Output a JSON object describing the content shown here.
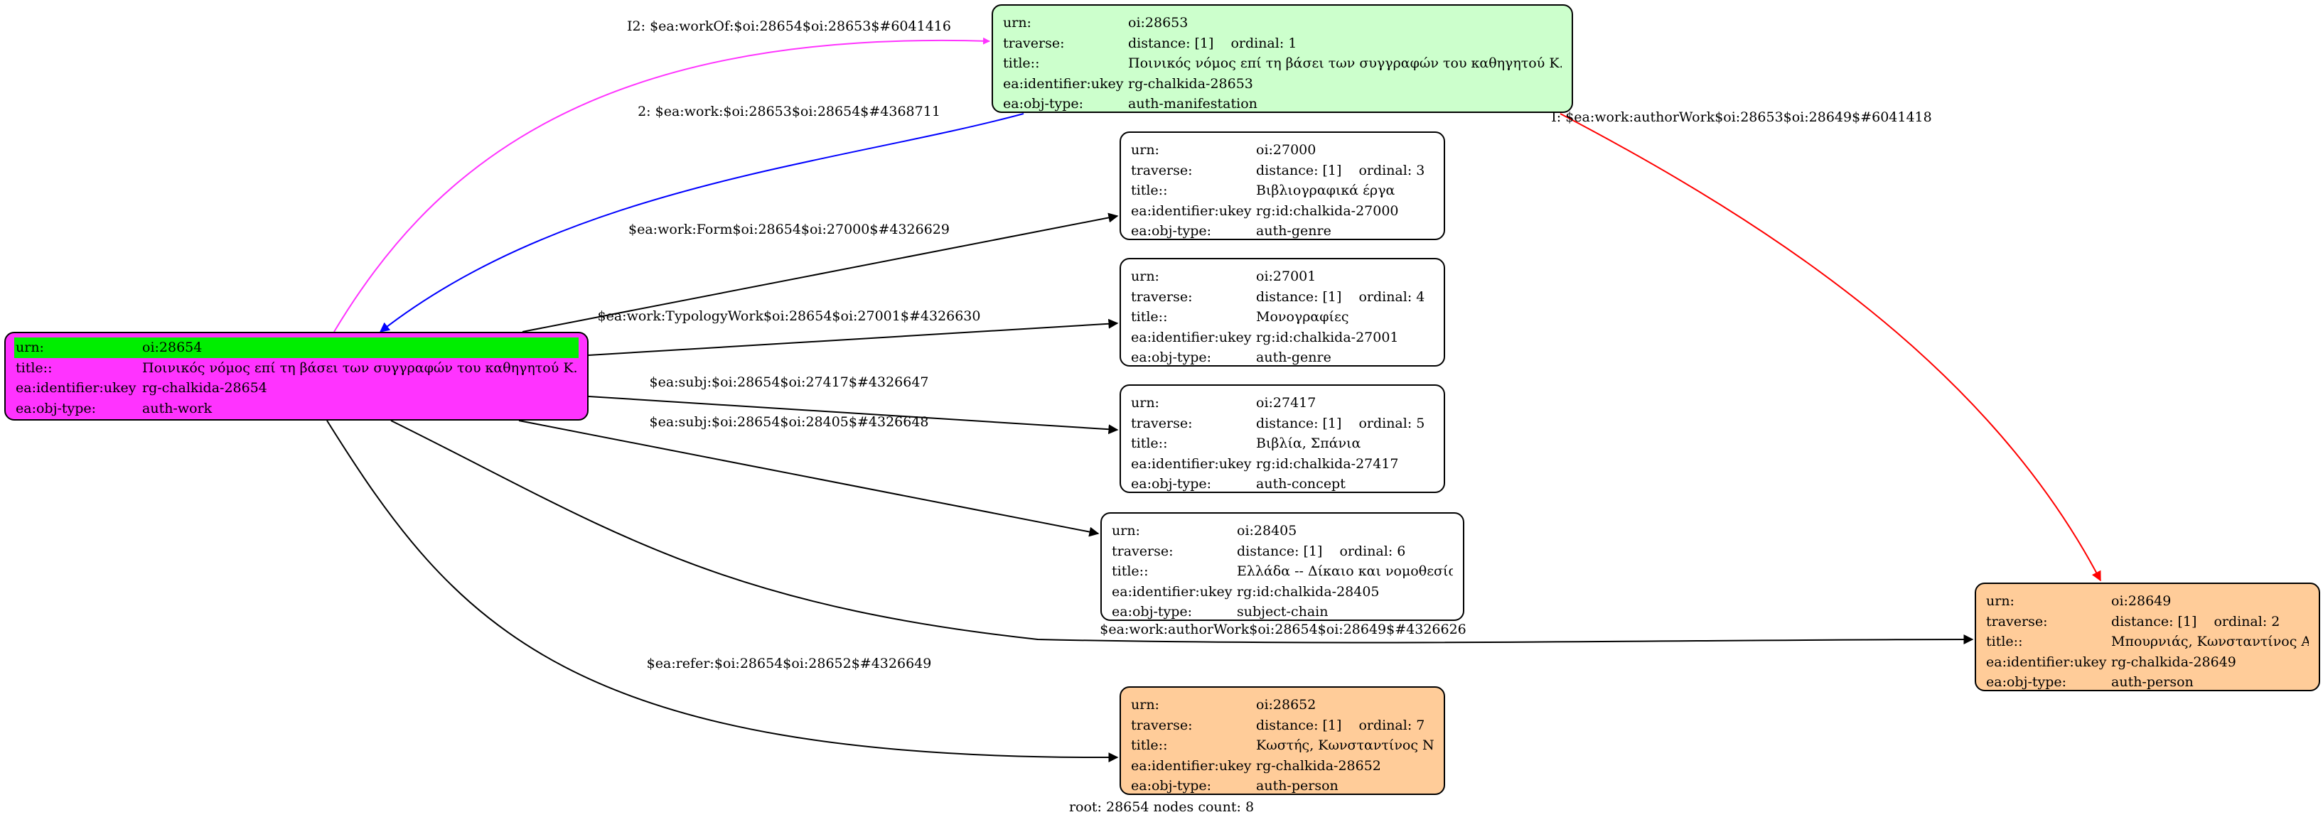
{
  "nodes": [
    {
      "id": "n28654",
      "fill": "#ff33ff",
      "root": true,
      "rows": [
        {
          "k": "urn:",
          "v": "oi:28654"
        },
        {
          "k": "title::",
          "v": "Ποινικός νόμος επί τη βάσει των συγγραφών του καθηγητού Κ...."
        },
        {
          "k": "ea:identifier:ukey",
          "v": "rg-chalkida-28654"
        },
        {
          "k": "ea:obj-type:",
          "v": "auth-work"
        }
      ]
    },
    {
      "id": "n28653",
      "fill": "#ccffcc",
      "rows": [
        {
          "k": "urn:",
          "v": "oi:28653"
        },
        {
          "k": "traverse:",
          "v": "distance: [1]",
          "v2": "ordinal: 1"
        },
        {
          "k": "title::",
          "v": "Ποινικός νόμος επί τη βάσει των συγγραφών του καθηγητού Κ...."
        },
        {
          "k": "ea:identifier:ukey",
          "v": "rg-chalkida-28653"
        },
        {
          "k": "ea:obj-type:",
          "v": "auth-manifestation"
        }
      ]
    },
    {
      "id": "n27000",
      "fill": "#ffffff",
      "rows": [
        {
          "k": "urn:",
          "v": "oi:27000"
        },
        {
          "k": "traverse:",
          "v": "distance: [1]",
          "v2": "ordinal: 3"
        },
        {
          "k": "title::",
          "v": "Βιβλιογραφικά έργα"
        },
        {
          "k": "ea:identifier:ukey",
          "v": "rg:id:chalkida-27000"
        },
        {
          "k": "ea:obj-type:",
          "v": "auth-genre"
        }
      ]
    },
    {
      "id": "n27001",
      "fill": "#ffffff",
      "rows": [
        {
          "k": "urn:",
          "v": "oi:27001"
        },
        {
          "k": "traverse:",
          "v": "distance: [1]",
          "v2": "ordinal: 4"
        },
        {
          "k": "title::",
          "v": "Μονογραφίες"
        },
        {
          "k": "ea:identifier:ukey",
          "v": "rg:id:chalkida-27001"
        },
        {
          "k": "ea:obj-type:",
          "v": "auth-genre"
        }
      ]
    },
    {
      "id": "n27417",
      "fill": "#ffffff",
      "rows": [
        {
          "k": "urn:",
          "v": "oi:27417"
        },
        {
          "k": "traverse:",
          "v": "distance: [1]",
          "v2": "ordinal: 5"
        },
        {
          "k": "title::",
          "v": "Βιβλία, Σπάνια"
        },
        {
          "k": "ea:identifier:ukey",
          "v": "rg:id:chalkida-27417"
        },
        {
          "k": "ea:obj-type:",
          "v": "auth-concept"
        }
      ]
    },
    {
      "id": "n28405",
      "fill": "#ffffff",
      "rows": [
        {
          "k": "urn:",
          "v": "oi:28405"
        },
        {
          "k": "traverse:",
          "v": "distance: [1]",
          "v2": "ordinal: 6"
        },
        {
          "k": "title::",
          "v": "Ελλάδα -- Δίκαιο και νομοθεσία"
        },
        {
          "k": "ea:identifier:ukey",
          "v": "rg:id:chalkida-28405"
        },
        {
          "k": "ea:obj-type:",
          "v": "subject-chain"
        }
      ]
    },
    {
      "id": "n28652",
      "fill": "#ffcc99",
      "rows": [
        {
          "k": "urn:",
          "v": "oi:28652"
        },
        {
          "k": "traverse:",
          "v": "distance: [1]",
          "v2": "ordinal: 7"
        },
        {
          "k": "title::",
          "v": "Κωστής, Κωνσταντίνος Ν."
        },
        {
          "k": "ea:identifier:ukey",
          "v": "rg-chalkida-28652"
        },
        {
          "k": "ea:obj-type:",
          "v": "auth-person"
        }
      ]
    },
    {
      "id": "n28649",
      "fill": "#ffcc99",
      "rows": [
        {
          "k": "urn:",
          "v": "oi:28649"
        },
        {
          "k": "traverse:",
          "v": "distance: [1]",
          "v2": "ordinal: 2"
        },
        {
          "k": "title::",
          "v": "Μπουρνιάς, Κωνσταντίνος Α."
        },
        {
          "k": "ea:identifier:ukey",
          "v": "rg-chalkida-28649"
        },
        {
          "k": "ea:obj-type:",
          "v": "auth-person"
        }
      ]
    }
  ],
  "edges": [
    {
      "from": "n28654",
      "to": "n28653",
      "color": "#ff33ff",
      "label": "I2: $ea:workOf:$oi:28654$oi:28653$#6041416"
    },
    {
      "from": "n28653",
      "to": "n28654",
      "color": "#0000ff",
      "label": "2: $ea:work:$oi:28653$oi:28654$#4368711"
    },
    {
      "from": "n28654",
      "to": "n27000",
      "color": "#000000",
      "label": "$ea:work:Form$oi:28654$oi:27000$#4326629"
    },
    {
      "from": "n28654",
      "to": "n27001",
      "color": "#000000",
      "label": "$ea:work:TypologyWork$oi:28654$oi:27001$#4326630"
    },
    {
      "from": "n28654",
      "to": "n27417",
      "color": "#000000",
      "label": "$ea:subj:$oi:28654$oi:27417$#4326647"
    },
    {
      "from": "n28654",
      "to": "n28405",
      "color": "#000000",
      "label": "$ea:subj:$oi:28654$oi:28405$#4326648"
    },
    {
      "from": "n28654",
      "to": "n28649",
      "color": "#000000",
      "label": "$ea:work:authorWork$oi:28654$oi:28649$#4326626"
    },
    {
      "from": "n28654",
      "to": "n28652",
      "color": "#000000",
      "label": "$ea:refer:$oi:28654$oi:28652$#4326649"
    },
    {
      "from": "n28653",
      "to": "n28649",
      "color": "#ff0000",
      "label": "I: $ea:work:authorWork$oi:28653$oi:28649$#6041418"
    }
  ],
  "footer": "root: 28654 nodes count: 8"
}
